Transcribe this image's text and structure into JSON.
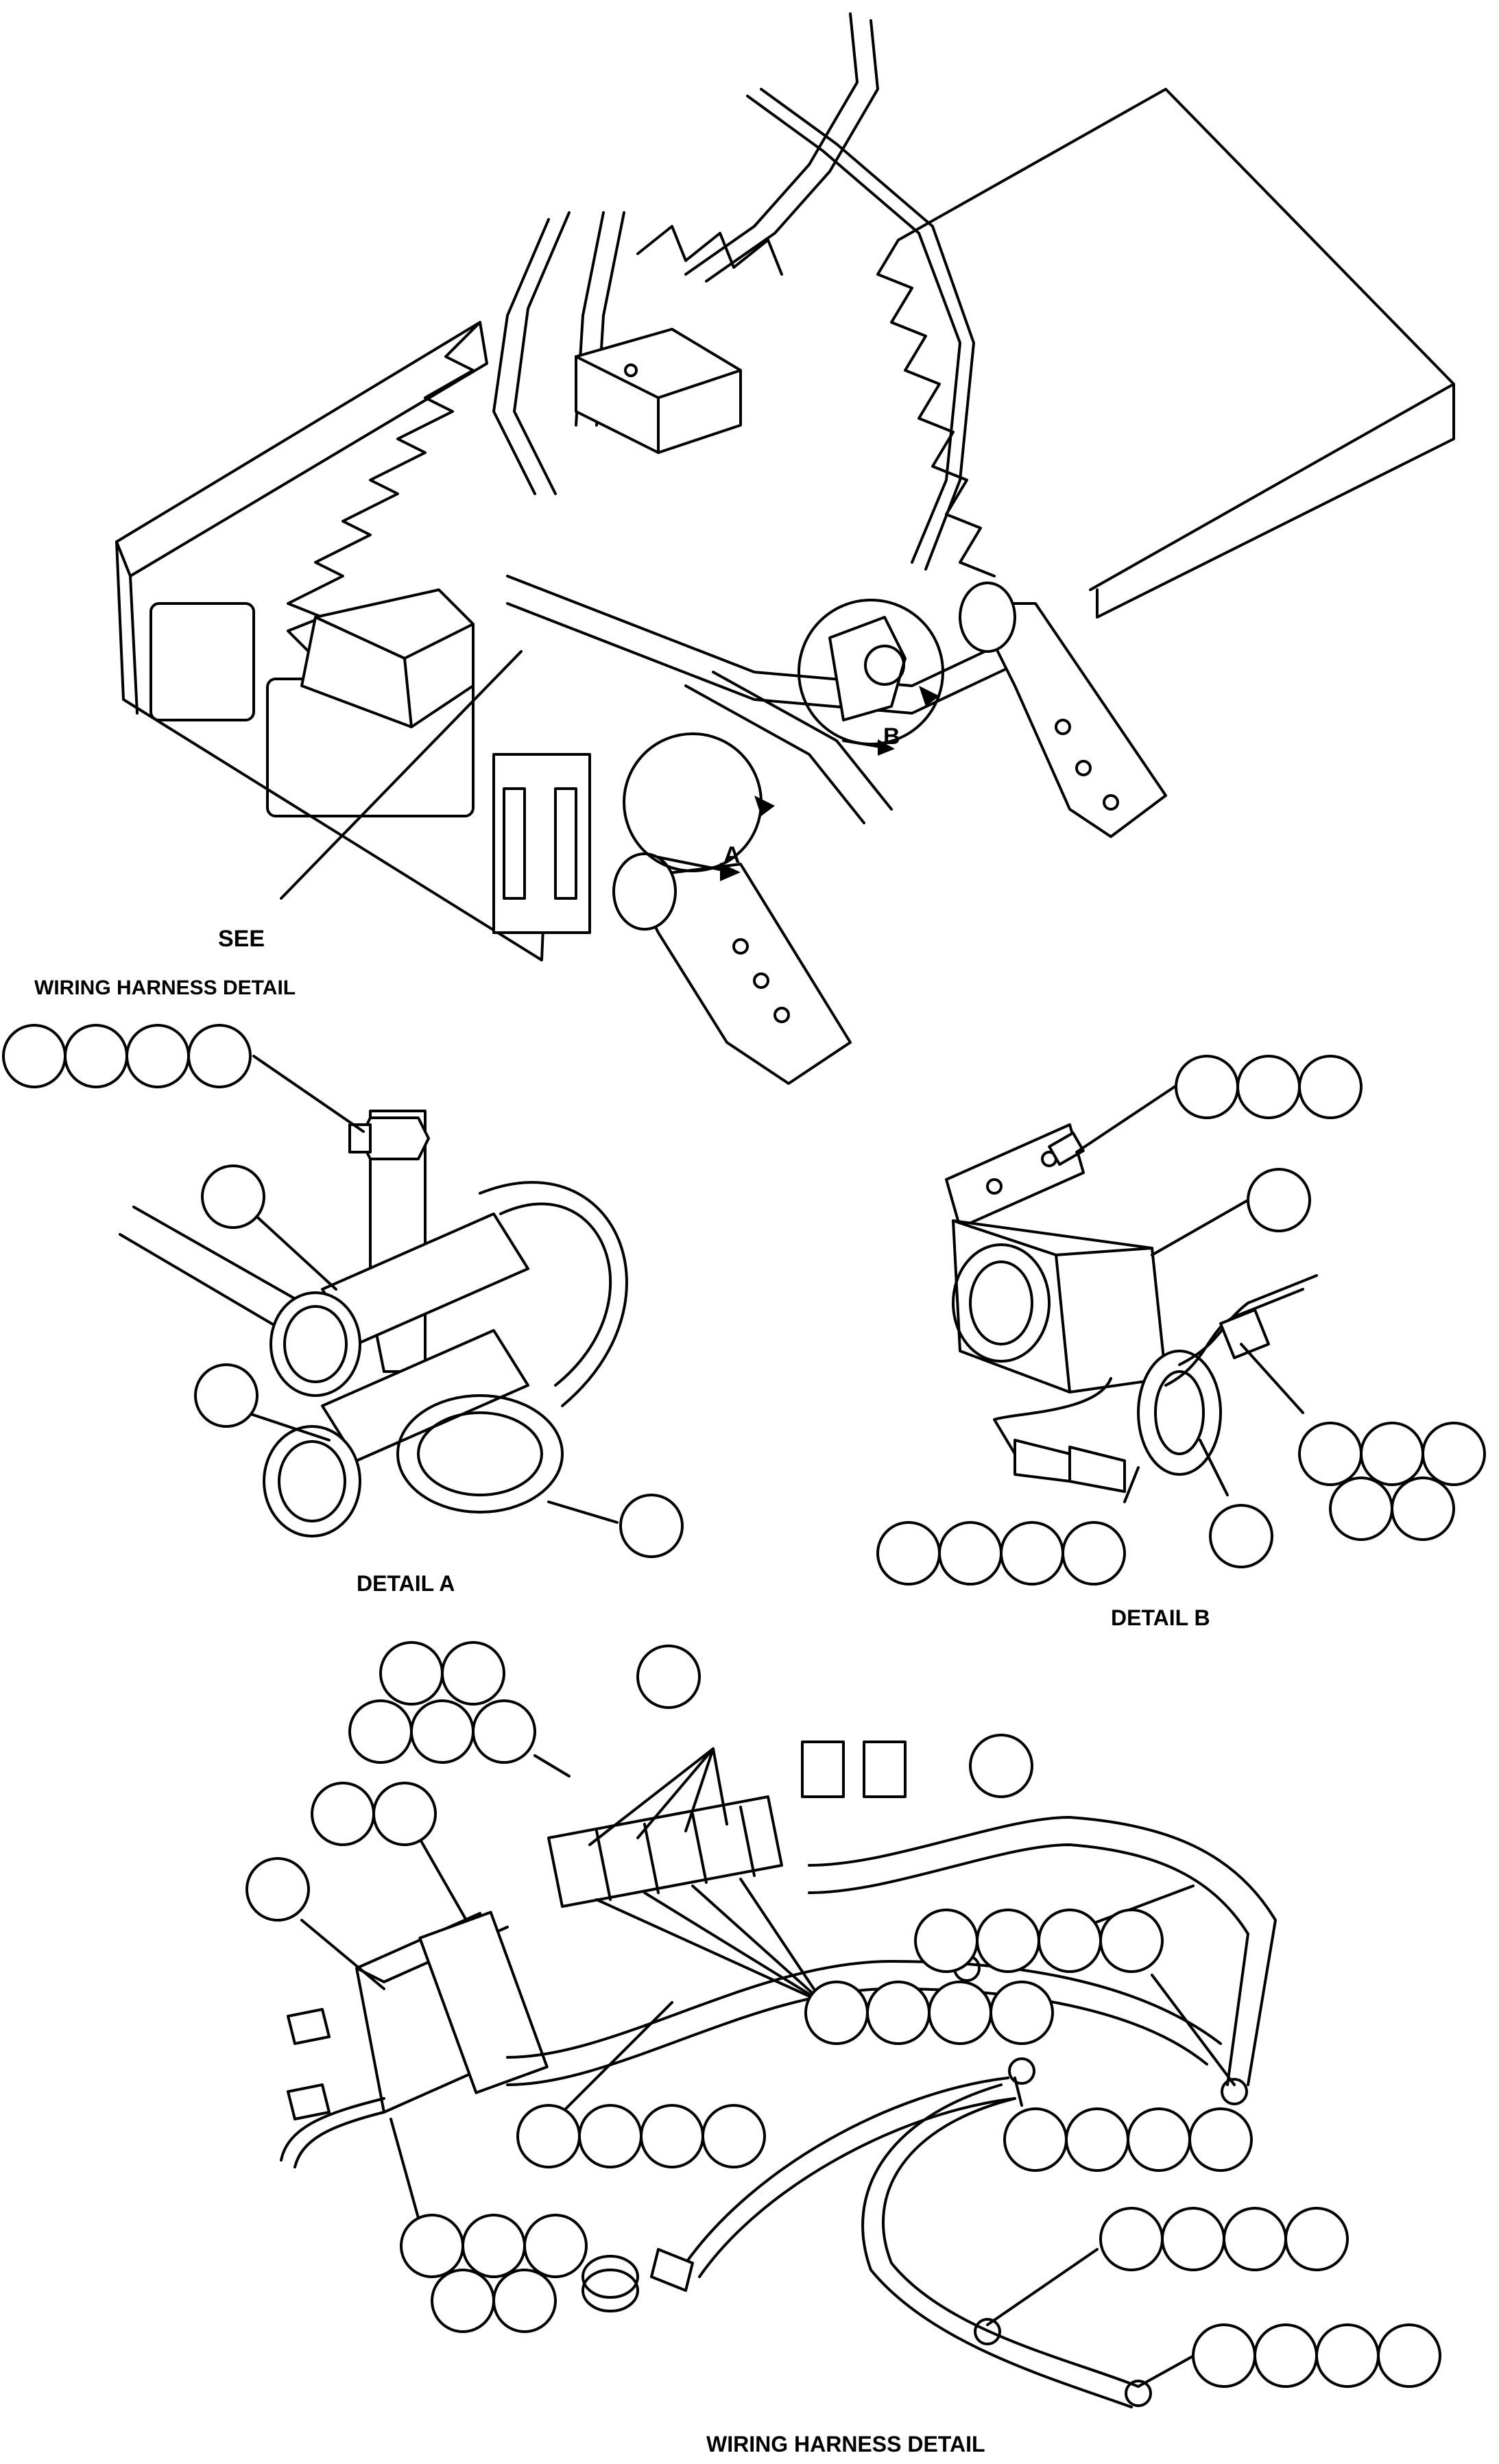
{
  "labels": {
    "see": "SEE",
    "wiring_harness_detail_top": "WIRING HARNESS DETAIL",
    "detail_a_marker": "A",
    "detail_b_marker": "B",
    "detail_a": "DETAIL A",
    "detail_b": "DETAIL B",
    "wiring_harness_detail_bottom": "WIRING HARNESS DETAIL"
  }
}
